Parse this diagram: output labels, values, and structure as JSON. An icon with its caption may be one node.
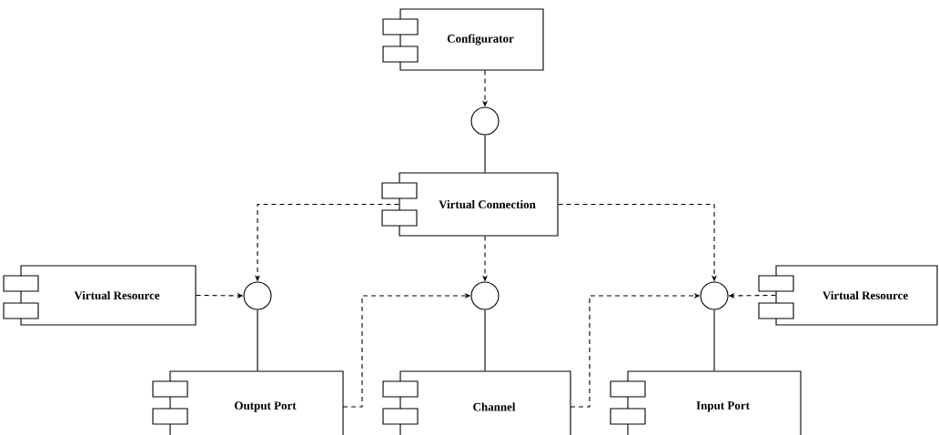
{
  "diagram": {
    "nodes": [
      {
        "text": [
          "Configurator"
        ]
      },
      {
        "text": [],
        "shape": "circle"
      },
      {
        "text": [
          "Virtual Connection"
        ]
      },
      {
        "text": [
          "Virtual Resource"
        ]
      },
      {
        "text": [],
        "shape": "circle"
      },
      {
        "text": [],
        "shape": "circle"
      },
      {
        "text": [],
        "shape": "circle"
      },
      {
        "text": [
          "Virtual Resource"
        ]
      },
      {
        "text": [
          "Output Port"
        ]
      },
      {
        "text": [
          "Channel"
        ]
      },
      {
        "text": [
          "Input Port"
        ]
      }
    ],
    "edges": [
      {
        "from": 0,
        "to": 1,
        "arrow": "to",
        "style": "dashed"
      },
      {
        "from": 1,
        "to": 2,
        "arrow": "none"
      },
      {
        "from": 2,
        "to": 4,
        "arrow": "to",
        "style": "dashed"
      },
      {
        "from": 2,
        "to": 5,
        "arrow": "to",
        "style": "dashed"
      },
      {
        "from": 2,
        "to": 6,
        "arrow": "to",
        "style": "dashed"
      },
      {
        "from": 3,
        "to": 4,
        "arrow": "to",
        "style": "dashed"
      },
      {
        "from": 7,
        "to": 6,
        "arrow": "to",
        "style": "dashed"
      },
      {
        "from": 4,
        "to": 8,
        "arrow": "none"
      },
      {
        "from": 5,
        "to": 9,
        "arrow": "none"
      },
      {
        "from": 6,
        "to": 10,
        "arrow": "none"
      },
      {
        "from": 8,
        "to": 5,
        "arrow": "to",
        "style": "dashed"
      },
      {
        "from": 9,
        "to": 6,
        "arrow": "to",
        "style": "dashed"
      }
    ]
  }
}
